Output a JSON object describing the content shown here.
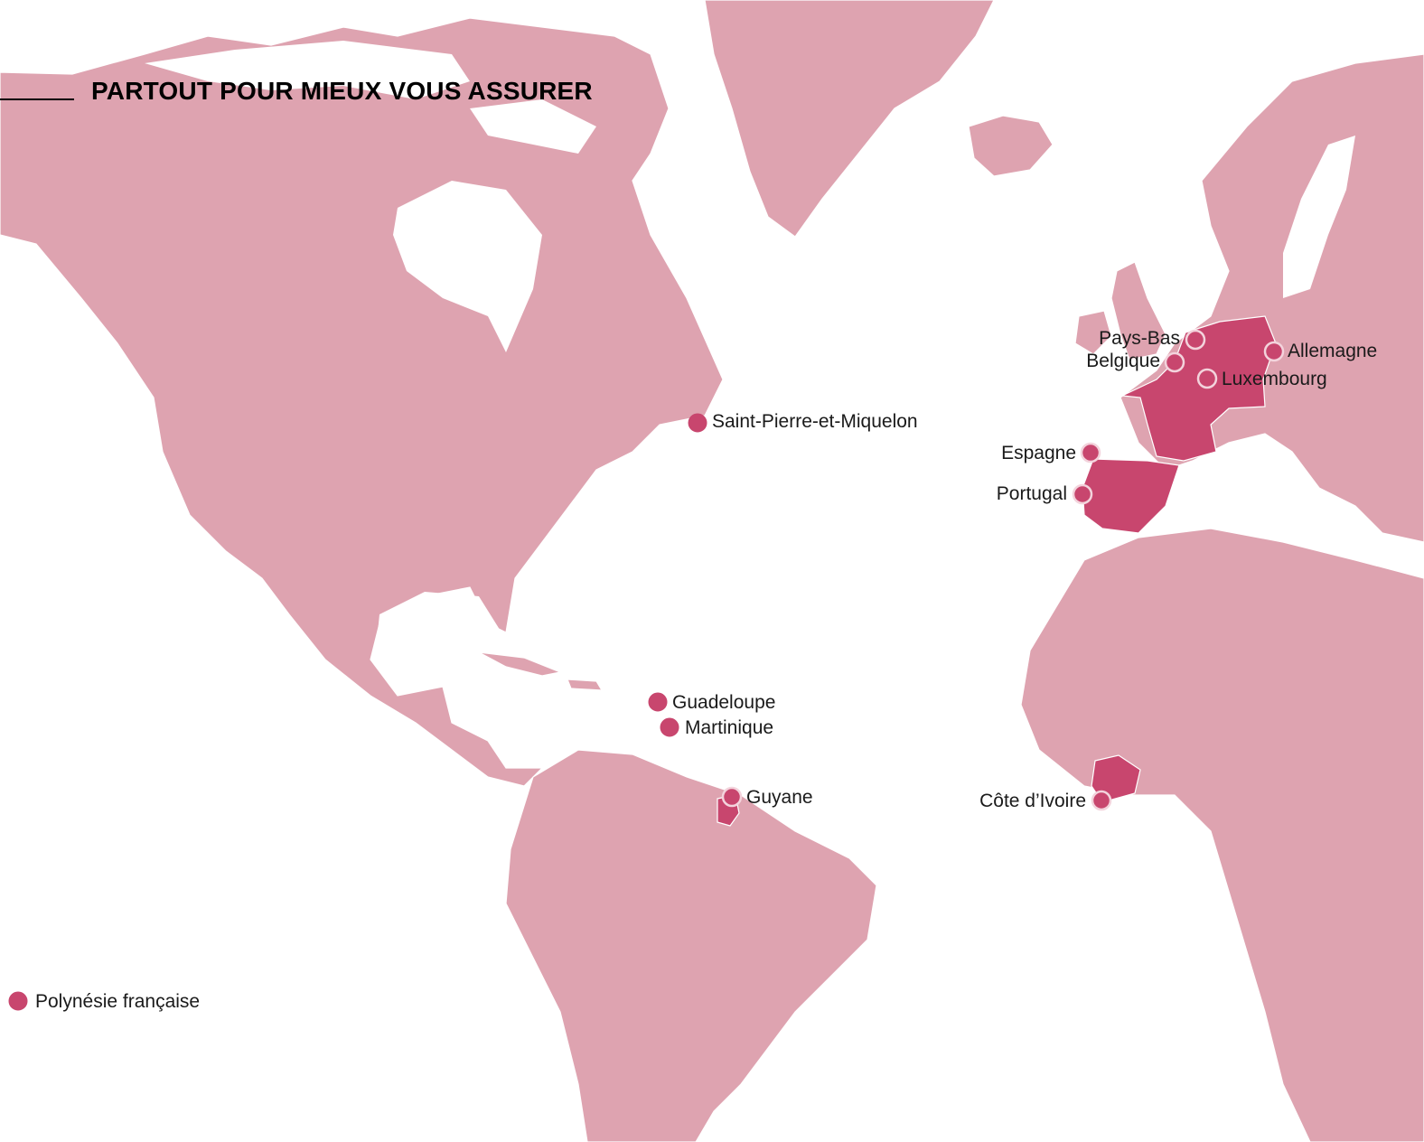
{
  "title": "PARTOUT POUR MIEUX VOUS ASSURER",
  "colors": {
    "land": "#dea3b0",
    "highlight": "#c8466e",
    "background": "#ffffff",
    "title": "#000000"
  },
  "markers": [
    {
      "id": "saint-pierre",
      "label": "Saint-Pierre-et-Miquelon",
      "style": "filled"
    },
    {
      "id": "pays-bas",
      "label": "Pays-Bas",
      "style": "outlined"
    },
    {
      "id": "belgique",
      "label": "Belgique",
      "style": "outlined"
    },
    {
      "id": "allemagne",
      "label": "Allemagne",
      "style": "outlined"
    },
    {
      "id": "luxembourg",
      "label": "Luxembourg",
      "style": "outlined"
    },
    {
      "id": "espagne",
      "label": "Espagne",
      "style": "outlined"
    },
    {
      "id": "portugal",
      "label": "Portugal",
      "style": "outlined"
    },
    {
      "id": "guadeloupe",
      "label": "Guadeloupe",
      "style": "filled"
    },
    {
      "id": "martinique",
      "label": "Martinique",
      "style": "filled"
    },
    {
      "id": "guyane",
      "label": "Guyane",
      "style": "outlined"
    },
    {
      "id": "cote-ivoire",
      "label": "Côte d’Ivoire",
      "style": "outlined"
    },
    {
      "id": "polynesie",
      "label": "Polynésie française",
      "style": "filled"
    }
  ]
}
